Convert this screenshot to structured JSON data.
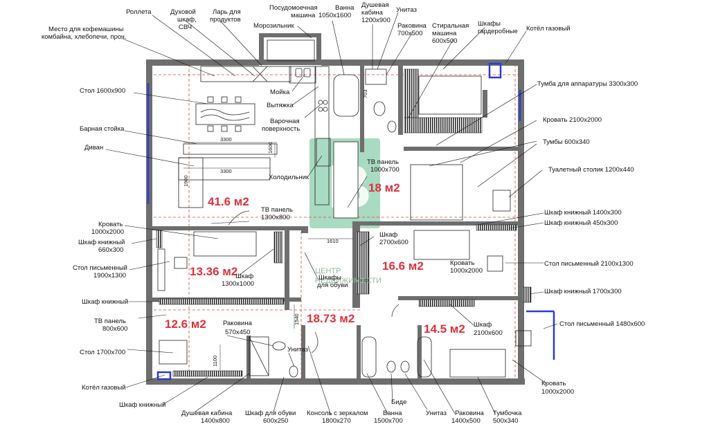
{
  "colors": {
    "wall": "#6e6e6e",
    "area_text": "#e0303a",
    "window": "#2a3bd6",
    "watermark": "#2fa56b",
    "red_guides": "#e04040"
  },
  "areas": {
    "living": "41.6 м2",
    "bedroom_ne": "18 м2",
    "room_w1": "13.36 м2",
    "room_e": "16.6 м2",
    "room_w2": "12.6 м2",
    "hall": "18.73 м2",
    "room_se": "14.5 м2"
  },
  "labels": {
    "rolleta": "Роллета",
    "oven": [
      "Духовой",
      "шкаф,",
      "СВЧ"
    ],
    "chest": [
      "Ларь для",
      "продуктов"
    ],
    "dishwasher": [
      "Посудомоечная",
      "машина"
    ],
    "bath_top": [
      "Ванна",
      "1050x1600"
    ],
    "shower_top": [
      "Душевая",
      "кабина",
      "1200x900"
    ],
    "toilet_top": "Унитаз",
    "coffee": [
      "Место для кофемашины",
      "комбайна, хлебопечи, проч."
    ],
    "freezer": "Морозильник",
    "sink_top": [
      "Раковина",
      "700x500"
    ],
    "washer": [
      "Стиральная",
      "машина",
      "600x500"
    ],
    "wardrobes": [
      "Шкафы",
      "гардеробные"
    ],
    "boiler_top": "Котёл газовый",
    "table_1600": "Стол 1600x900",
    "sink_kitchen": "Мойка",
    "hood": "Вытяжка",
    "hob": [
      "Варочная",
      "поверхность"
    ],
    "bar": "Барная стойка",
    "sofa": "Диван",
    "fridge": "Холодильник",
    "tv_panel_living": [
      "ТВ панель",
      "1300x800"
    ],
    "tv_panel_bed": [
      "ТВ панель",
      "1000x700"
    ],
    "av_stand": "Тумба для аппаратуры 3300x300",
    "bed_2100": "Кровать 2100x2000",
    "nightstands": "Тумбы 600x340",
    "dresser": "Туалетный столик 1200x440",
    "bookcase_1400": "Шкаф книжный 1400x300",
    "bookcase_450": "Шкаф книжный 450x300",
    "bed_w1": [
      "Кровать",
      "1000x2000"
    ],
    "bookcase_660": [
      "Шкаф книжный",
      "660x300"
    ],
    "desk_1900": [
      "Стол письменный",
      "1900x1300"
    ],
    "wardrobe_1300": [
      "Шкаф",
      "1300x1000"
    ],
    "shoe_cabinets": [
      "Шкафы",
      "для обуви"
    ],
    "wardrobe_2700": [
      "Шкаф",
      "2700x600"
    ],
    "bed_e": [
      "Кровать",
      "1000x2000"
    ],
    "desk_2100": "Стол письменный 2100x1300",
    "bookcase_1700": "Шкаф книжный 1700x300",
    "bookcase_w": "Шкаф книжный",
    "tv_panel_w2": [
      "ТВ панель",
      "800x600"
    ],
    "sink_570": [
      "Раковина",
      "570x450"
    ],
    "wardrobe_2100": [
      "Шкаф",
      "2100x600"
    ],
    "desk_1480": "Стол письменный 1480x600",
    "desk_1700": [
      "Стол 1700x700"
    ],
    "toilet_mid": "Унитаз",
    "boiler_bottom": "Котёл газовый",
    "bookcase_bottom": "Шкаф книжный",
    "shower_1400": [
      "Душевая кабина",
      "1400x800"
    ],
    "shoe_cabinet_600": [
      "Шкаф для обуви",
      "600x250"
    ],
    "mirror_console": [
      "Консоль с зеркалом",
      "1800x270"
    ],
    "bath_1500": [
      "Ванна",
      "1500x700"
    ],
    "bidet": "Биде",
    "toilet_bottom": "Унитаз",
    "sink_1400": [
      "Раковина",
      "1400x500"
    ],
    "bedside": [
      "Тумбочка",
      "500x340"
    ],
    "bed_se": [
      "Кровать",
      "1000x2000"
    ]
  },
  "dims": [
    "3300",
    "3300",
    "1600",
    "1900",
    "1610",
    "1540",
    "1100",
    "703"
  ],
  "watermark": [
    "ЦЕНТР",
    "НЕДВИЖИМОСТИ"
  ]
}
